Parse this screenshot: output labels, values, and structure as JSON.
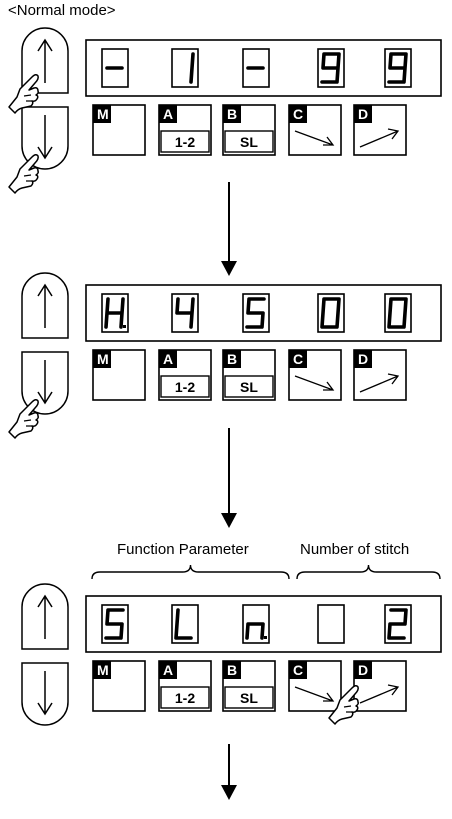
{
  "title": "<Normal mode>",
  "labels": {
    "function_parameter": "Function Parameter",
    "number_of_stitch": "Number of stitch"
  },
  "colors": {
    "ink": "#000000",
    "paper": "#ffffff"
  },
  "keys": [
    {
      "id": "M",
      "letter": "M",
      "sub": ""
    },
    {
      "id": "A",
      "letter": "A",
      "sub": "1-2"
    },
    {
      "id": "B",
      "letter": "B",
      "sub": "SL"
    },
    {
      "id": "C",
      "letter": "C",
      "sub": "",
      "icon": "arrow-down-right-icon"
    },
    {
      "id": "D",
      "letter": "D",
      "sub": "",
      "icon": "arrow-up-right-icon"
    }
  ],
  "panels": [
    {
      "digits": [
        "-",
        "1",
        "-",
        "9",
        "9"
      ],
      "hand_up": true,
      "hand_down": true,
      "hand_key": ""
    },
    {
      "digits": [
        "H.",
        "4",
        "5",
        "0",
        "0"
      ],
      "hand_up": false,
      "hand_down": true,
      "hand_key": ""
    },
    {
      "digits": [
        "5",
        "L",
        "n.",
        "",
        "2"
      ],
      "hand_up": false,
      "hand_down": false,
      "hand_key": "C"
    }
  ],
  "icons": {
    "up_button": "up-arrow-icon",
    "down_button": "down-arrow-icon",
    "hand": "hand-pointer-icon",
    "flow_arrow": "flow-arrow-icon"
  }
}
